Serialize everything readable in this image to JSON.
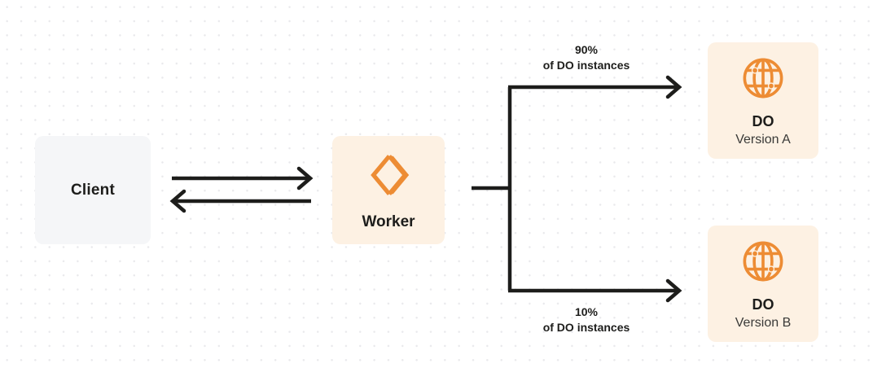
{
  "diagram": {
    "type": "architecture-flow",
    "background": "dotted-grid",
    "colors": {
      "accent_orange": "#ed8c34",
      "node_cream": "#fdf1e3",
      "node_gray": "#f5f6f8",
      "line_dark": "#1d1d1b",
      "dot_grid": "#e9e9ec"
    },
    "nodes": [
      {
        "id": "client",
        "title": "Client",
        "subtitle": "",
        "icon": "none",
        "fill": "#f5f6f8"
      },
      {
        "id": "worker",
        "title": "Worker",
        "subtitle": "",
        "icon": "cloudflare-workers-icon",
        "fill": "#fdf1e3"
      },
      {
        "id": "do-a",
        "title": "DO",
        "subtitle": "Version A",
        "icon": "durable-object-globe-icon",
        "fill": "#fdf1e3"
      },
      {
        "id": "do-b",
        "title": "DO",
        "subtitle": "Version B",
        "icon": "durable-object-globe-icon",
        "fill": "#fdf1e3"
      }
    ],
    "edges": [
      {
        "id": "client-to-worker",
        "from": "client",
        "to": "worker",
        "direction": "right",
        "label": ""
      },
      {
        "id": "worker-to-client",
        "from": "worker",
        "to": "client",
        "direction": "left",
        "label": ""
      },
      {
        "id": "worker-to-do-a",
        "from": "worker",
        "to": "do-a",
        "direction": "right",
        "percent": "90%",
        "label_line1": "90%",
        "label_line2": "of DO instances"
      },
      {
        "id": "worker-to-do-b",
        "from": "worker",
        "to": "do-b",
        "direction": "right",
        "percent": "10%",
        "label_line1": "10%",
        "label_line2": "of DO instances"
      }
    ]
  }
}
